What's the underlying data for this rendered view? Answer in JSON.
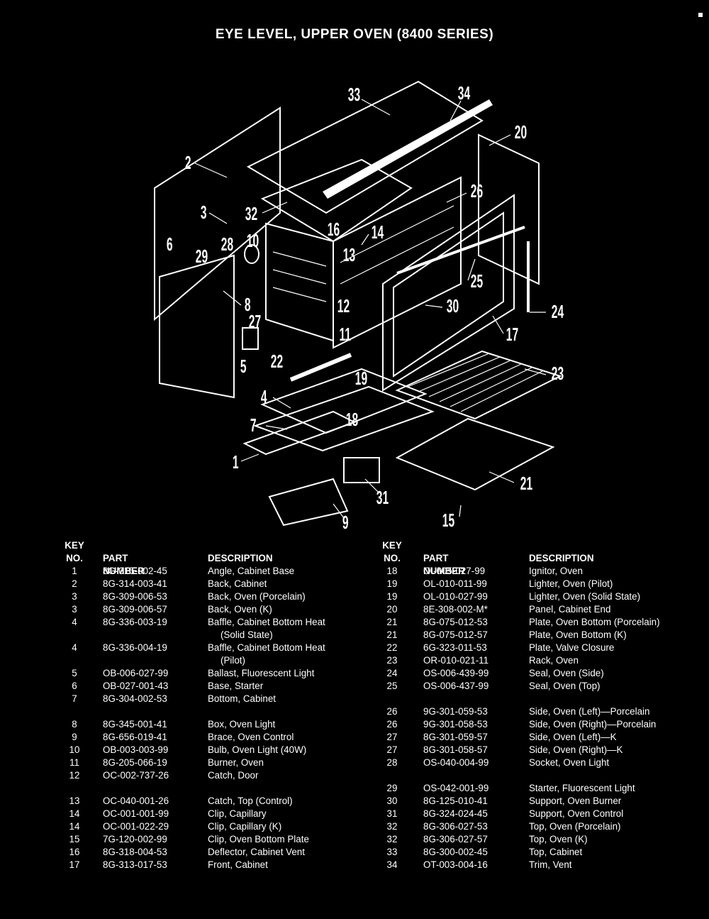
{
  "title": "EYE LEVEL, UPPER OVEN (8400 SERIES)",
  "diagram": {
    "callouts": [
      "33",
      "34",
      "20",
      "2",
      "26",
      "3",
      "32",
      "16",
      "14",
      "6",
      "28",
      "10",
      "29",
      "13",
      "25",
      "30",
      "12",
      "24",
      "8",
      "27",
      "17",
      "11",
      "5",
      "22",
      "19",
      "23",
      "4",
      "18",
      "7",
      "1",
      "21",
      "31",
      "9",
      "15"
    ]
  },
  "table_headers": {
    "key": "KEY",
    "no": "NO.",
    "part_number": "PART NUMBER",
    "description": "DESCRIPTION"
  },
  "left_rows": [
    {
      "key": "1",
      "part": "8G-315-002-45",
      "desc": "Angle, Cabinet Base"
    },
    {
      "key": "2",
      "part": "8G-314-003-41",
      "desc": "Back, Cabinet"
    },
    {
      "key": "3",
      "part": "8G-309-006-53",
      "desc": "Back, Oven (Porcelain)"
    },
    {
      "key": "3",
      "part": "8G-309-006-57",
      "desc": "Back, Oven (K)"
    },
    {
      "key": "4",
      "part": "8G-336-003-19",
      "desc": "Baffle, Cabinet Bottom Heat",
      "desc2": "(Solid State)"
    },
    {
      "key": "4",
      "part": "8G-336-004-19",
      "desc": "Baffle, Cabinet Bottom Heat",
      "desc2": "(Pilot)"
    },
    {
      "key": "5",
      "part": "OB-006-027-99",
      "desc": "Ballast, Fluorescent Light"
    },
    {
      "key": "6",
      "part": "OB-027-001-43",
      "desc": "Base, Starter"
    },
    {
      "key": "7",
      "part": "8G-304-002-53",
      "desc": "Bottom, Cabinet"
    },
    {
      "key": "8",
      "part": "8G-345-001-41",
      "desc": "Box, Oven Light"
    },
    {
      "key": "9",
      "part": "8G-656-019-41",
      "desc": "Brace, Oven Control"
    },
    {
      "key": "10",
      "part": "OB-003-003-99",
      "desc": "Bulb, Oven Light (40W)"
    },
    {
      "key": "11",
      "part": "8G-205-066-19",
      "desc": "Burner, Oven"
    },
    {
      "key": "12",
      "part": "OC-002-737-26",
      "desc": "Catch, Door"
    },
    {
      "key": "13",
      "part": "OC-040-001-26",
      "desc": "Catch, Top (Control)"
    },
    {
      "key": "14",
      "part": "OC-001-001-99",
      "desc": "Clip, Capillary"
    },
    {
      "key": "14",
      "part": "OC-001-022-29",
      "desc": "Clip, Capillary (K)"
    },
    {
      "key": "15",
      "part": "7G-120-002-99",
      "desc": "Clip, Oven Bottom Plate"
    },
    {
      "key": "16",
      "part": "8G-318-004-53",
      "desc": "Deflector, Cabinet Vent"
    },
    {
      "key": "17",
      "part": "8G-313-017-53",
      "desc": "Front, Cabinet"
    }
  ],
  "right_rows": [
    {
      "key": "18",
      "part": "OI-005-027-99",
      "desc": "Ignitor, Oven"
    },
    {
      "key": "19",
      "part": "OL-010-011-99",
      "desc": "Lighter, Oven (Pilot)"
    },
    {
      "key": "19",
      "part": "OL-010-027-99",
      "desc": "Lighter, Oven (Solid State)"
    },
    {
      "key": "20",
      "part": "8E-308-002-M*",
      "desc": "Panel, Cabinet End"
    },
    {
      "key": "21",
      "part": "8G-075-012-53",
      "desc": "Plate, Oven Bottom (Porcelain)"
    },
    {
      "key": "21",
      "part": "8G-075-012-57",
      "desc": "Plate, Oven Bottom (K)"
    },
    {
      "key": "22",
      "part": "6G-323-011-53",
      "desc": "Plate, Valve Closure"
    },
    {
      "key": "23",
      "part": "OR-010-021-11",
      "desc": "Rack, Oven"
    },
    {
      "key": "24",
      "part": "OS-006-439-99",
      "desc": "Seal, Oven (Side)"
    },
    {
      "key": "25",
      "part": "OS-006-437-99",
      "desc": "Seal, Oven (Top)"
    },
    {
      "key": "26",
      "part": "9G-301-059-53",
      "desc": "Side, Oven (Left)—Porcelain"
    },
    {
      "key": "26",
      "part": "9G-301-058-53",
      "desc": "Side, Oven (Right)—Porcelain"
    },
    {
      "key": "27",
      "part": "8G-301-059-57",
      "desc": "Side, Oven (Left)—K"
    },
    {
      "key": "27",
      "part": "8G-301-058-57",
      "desc": "Side, Oven (Right)—K"
    },
    {
      "key": "28",
      "part": "OS-040-004-99",
      "desc": "Socket, Oven Light"
    },
    {
      "key": "29",
      "part": "OS-042-001-99",
      "desc": "Starter, Fluorescent Light"
    },
    {
      "key": "30",
      "part": "8G-125-010-41",
      "desc": "Support, Oven Burner"
    },
    {
      "key": "31",
      "part": "8G-324-024-45",
      "desc": "Support, Oven Control"
    },
    {
      "key": "32",
      "part": "8G-306-027-53",
      "desc": "Top, Oven (Porcelain)"
    },
    {
      "key": "32",
      "part": "8G-306-027-57",
      "desc": "Top, Oven (K)"
    },
    {
      "key": "33",
      "part": "8G-300-002-45",
      "desc": "Top, Cabinet"
    },
    {
      "key": "34",
      "part": "OT-003-004-16",
      "desc": "Trim, Vent"
    }
  ]
}
